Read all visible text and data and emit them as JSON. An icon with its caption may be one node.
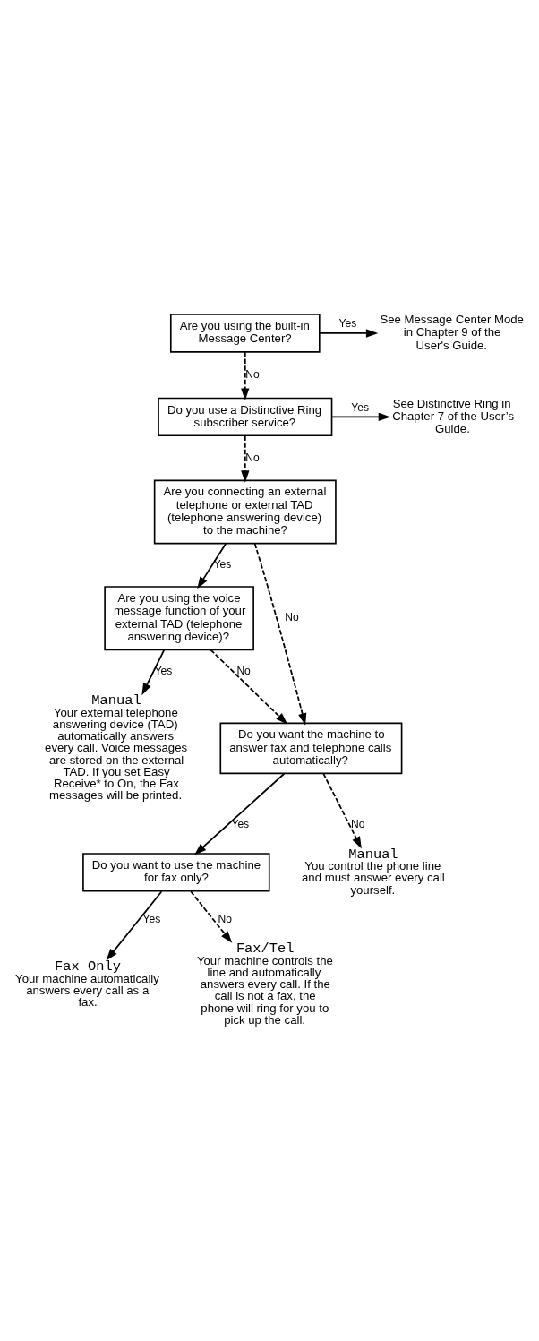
{
  "diagram": {
    "nodes": [
      {
        "text": [
          "Are you using the built-in Message Center?"
        ]
      },
      {
        "text": [
          "See Message Center Mode in Chapter 9 of the User's Guide."
        ]
      },
      {
        "text": [
          "Do you use a Distinctive Ring subscriber service?"
        ]
      },
      {
        "text": [
          "See Distinctive Ring in Chapter 7 of the User’s Guide."
        ]
      },
      {
        "text": [
          "Are you connecting an external telephone or external TAD (telephone answering device) to the machine?"
        ]
      },
      {
        "text": [
          "Are you using the voice message function of your external TAD (telephone answering device)?"
        ]
      },
      {
        "text": [
          "Do you want the machine to answer fax and telephone calls automatically?"
        ]
      },
      {
        "text": [
          "Do you want to use the machine for fax only?"
        ]
      },
      {
        "text": [
          "Fax Only",
          "Your machine automatically answers every call as a fax."
        ]
      },
      {
        "text": [
          "Fax/Tel",
          "Your machine controls the line and automatically answers every call. If the call is not a fax, the phone will ring for you to pick up the call."
        ]
      },
      {
        "text": [
          "Manual",
          "You control the phone line and must answer every call yourself."
        ]
      },
      {
        "text": [
          "Manual",
          "Your external telephone answering device (TAD) automatically answers every call. Voice messages are stored on the external TAD. If you set Easy Receive* to On, the Fax messages will be printed."
        ]
      }
    ],
    "edges": [
      {
        "from": 0,
        "to": 1,
        "arrow": "to",
        "label": "Yes"
      },
      {
        "from": 0,
        "to": 2,
        "arrow": "to",
        "label": "No",
        "style": "dashed"
      },
      {
        "from": 2,
        "to": 3,
        "arrow": "to",
        "label": "Yes"
      },
      {
        "from": 2,
        "to": 4,
        "arrow": "to",
        "label": "No",
        "style": "dashed"
      },
      {
        "from": 4,
        "to": 5,
        "arrow": "to",
        "label": "Yes"
      },
      {
        "from": 4,
        "to": 6,
        "arrow": "to",
        "label": "No",
        "style": "dashed"
      },
      {
        "from": 5,
        "to": 6,
        "arrow": "to",
        "label": "No",
        "style": "dashed"
      },
      {
        "from": 6,
        "to": 7,
        "arrow": "to",
        "label": "Yes"
      },
      {
        "from": 7,
        "to": 8,
        "arrow": "to",
        "label": "Yes"
      },
      {
        "from": 7,
        "to": 9,
        "arrow": "to",
        "label": "No",
        "style": "dashed"
      },
      {
        "from": 6,
        "to": 10,
        "arrow": "to",
        "label": "No",
        "style": "dashed"
      },
      {
        "from": 5,
        "to": 11,
        "arrow": "to",
        "label": "Yes"
      }
    ]
  }
}
